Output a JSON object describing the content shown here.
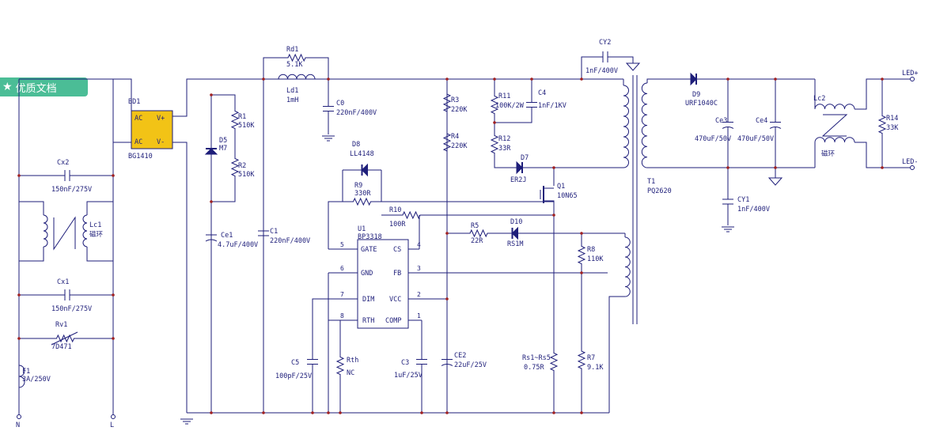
{
  "badge": {
    "icon": "star-icon",
    "label": "优质文档"
  },
  "components": {
    "bd1": {
      "ref": "BD1",
      "value": "BG1410",
      "ac1": "AC",
      "ac2": "AC",
      "vplus": "V+",
      "vminus": "V-"
    },
    "cx2": {
      "ref": "Cx2",
      "value": "150nF/275V"
    },
    "lc1": {
      "ref": "Lc1",
      "note": "磁环"
    },
    "cx1": {
      "ref": "Cx1",
      "value": "150nF/275V"
    },
    "rv1": {
      "ref": "Rv1",
      "value": "7D471"
    },
    "f1": {
      "ref": "F1",
      "value": "3A/250V"
    },
    "term_n": "N",
    "term_l": "L",
    "r1": {
      "ref": "R1",
      "value": "510K"
    },
    "r2": {
      "ref": "R2",
      "value": "510K"
    },
    "d5": {
      "ref": "D5",
      "value": "M7"
    },
    "ce1": {
      "ref": "Ce1",
      "value": "4.7uF/400V"
    },
    "rd1": {
      "ref": "Rd1",
      "value": "5.1K"
    },
    "ld1": {
      "ref": "Ld1",
      "value": "1mH"
    },
    "c0": {
      "ref": "C0",
      "value": "220nF/400V"
    },
    "c1": {
      "ref": "C1",
      "value": "220nF/400V"
    },
    "d8": {
      "ref": "D8",
      "value": "LL4148"
    },
    "r9": {
      "ref": "R9",
      "value": "330R"
    },
    "r10": {
      "ref": "R10",
      "value": "100R"
    },
    "u1": {
      "ref": "U1",
      "value": "BP3318",
      "gate": "GATE",
      "cs": "CS",
      "gnd": "GND",
      "fb": "FB",
      "dim": "DIM",
      "vcc": "VCC",
      "rth": "RTH",
      "comp": "COMP",
      "p1": "1",
      "p2": "2",
      "p3": "3",
      "p4": "4",
      "p5": "5",
      "p6": "6",
      "p7": "7",
      "p8": "8"
    },
    "c5": {
      "ref": "C5",
      "value": "100pF/25V"
    },
    "rth": {
      "ref": "Rth",
      "value": "NC"
    },
    "c3": {
      "ref": "C3",
      "value": "1uF/25V"
    },
    "ce2": {
      "ref": "CE2",
      "value": "22uF/25V"
    },
    "r3": {
      "ref": "R3",
      "value": "220K"
    },
    "r4": {
      "ref": "R4",
      "value": "220K"
    },
    "r5": {
      "ref": "R5",
      "value": "22R"
    },
    "d10": {
      "ref": "D10",
      "value": "RS1M"
    },
    "r11": {
      "ref": "R11",
      "value": "100K/2W"
    },
    "c4": {
      "ref": "C4",
      "value": "1nF/1KV"
    },
    "r12": {
      "ref": "R12",
      "value": "33R"
    },
    "d7": {
      "ref": "D7",
      "value": "ER2J"
    },
    "q1": {
      "ref": "Q1",
      "value": "10N65"
    },
    "rs": {
      "ref": "Rs1~Rs5",
      "value": "0.75R"
    },
    "r8": {
      "ref": "R8",
      "value": "110K"
    },
    "r7": {
      "ref": "R7",
      "value": "9.1K"
    },
    "cy2": {
      "ref": "CY2",
      "value": "1nF/400V"
    },
    "t1": {
      "ref": "T1",
      "value": "PQ2620"
    },
    "d9": {
      "ref": "D9",
      "value": "URF1040C"
    },
    "ce3": {
      "ref": "Ce3",
      "value": "470uF/50V"
    },
    "ce4": {
      "ref": "Ce4",
      "value": "470uF/50V"
    },
    "cy1": {
      "ref": "CY1",
      "value": "1nF/400V"
    },
    "lc2": {
      "ref": "Lc2",
      "note": "磁环"
    },
    "r14": {
      "ref": "R14",
      "value": "33K"
    },
    "led_plus": "LED+",
    "led_minus": "LED-"
  }
}
